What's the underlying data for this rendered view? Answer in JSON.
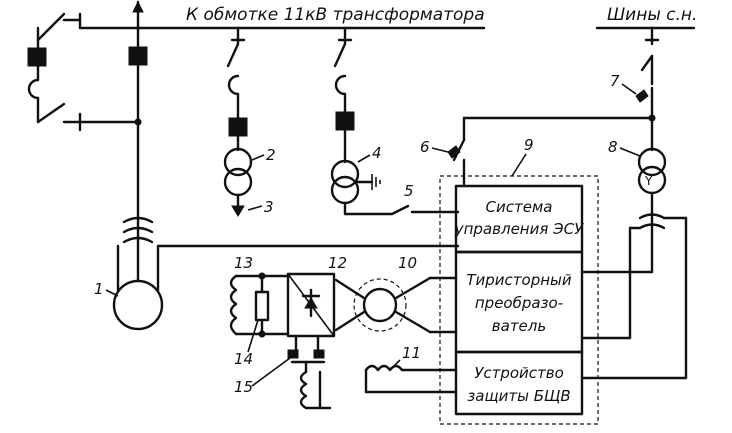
{
  "title_top": "К обмотке 11кВ трансформатора",
  "bus_aux": "Шины с.н.",
  "numbers": {
    "n1": "1",
    "n2": "2",
    "n3": "3",
    "n4": "4",
    "n5": "5",
    "n6": "6",
    "n7": "7",
    "n8": "8",
    "n9": "9",
    "n10": "10",
    "n11": "11",
    "n12": "12",
    "n13": "13",
    "n14": "14",
    "n15": "15"
  },
  "blocks": {
    "control": [
      "Система",
      "управления ЭСУ"
    ],
    "converter": [
      "Тиристорный",
      "преобразо-",
      "ватель"
    ],
    "protection": [
      "Устройство",
      "защиты БЩВ"
    ]
  }
}
